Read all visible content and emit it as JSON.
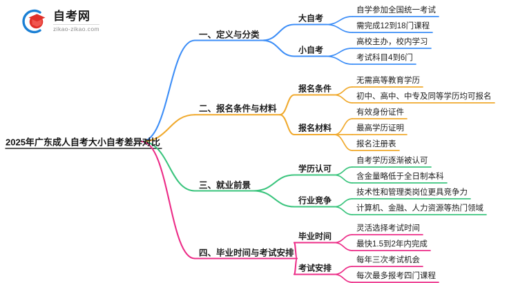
{
  "logo": {
    "title": "自考网",
    "subtitle": "zikao-zikao.com",
    "mark_icon": "graduation-cap-icon",
    "arc_color": "#1a7fd4",
    "cap_color": "#e0302a"
  },
  "mindmap": {
    "root": {
      "label": "2025年广东成人自考大小自考差异对比"
    },
    "branches": [
      {
        "label": "一、定义与分类",
        "color": "#3d8ef7",
        "children": [
          {
            "label": "大自考",
            "leaves": [
              "自学参加全国统一考试",
              "需完成12到18门课程"
            ]
          },
          {
            "label": "小自考",
            "leaves": [
              "高校主办，校内学习",
              "考试科目4到6门"
            ]
          }
        ]
      },
      {
        "label": "二、报名条件与材料",
        "color": "#f0a92c",
        "children": [
          {
            "label": "报名条件",
            "leaves": [
              "无需高等教育学历",
              "初中、高中、中专及同等学历均可报名"
            ]
          },
          {
            "label": "报名材料",
            "leaves": [
              "有效身份证件",
              "最高学历证明",
              "报名注册表"
            ]
          }
        ]
      },
      {
        "label": "三、就业前景",
        "color": "#3ac47d",
        "children": [
          {
            "label": "学历认可",
            "leaves": [
              "自考学历逐渐被认可",
              "含金量略低于全日制本科"
            ]
          },
          {
            "label": "行业竞争",
            "leaves": [
              "技术性和管理类岗位更具竞争力",
              "计算机、金融、人力资源等热门领域"
            ]
          }
        ]
      },
      {
        "label": "四、毕业时间与考试安排",
        "color": "#ec2c87",
        "children": [
          {
            "label": "毕业时间",
            "leaves": [
              "灵活选择考试时间",
              "最快1.5到2年内完成"
            ]
          },
          {
            "label": "考试安排",
            "leaves": [
              "每年三次考试机会",
              "每次最多报考四门课程"
            ]
          }
        ]
      }
    ]
  }
}
